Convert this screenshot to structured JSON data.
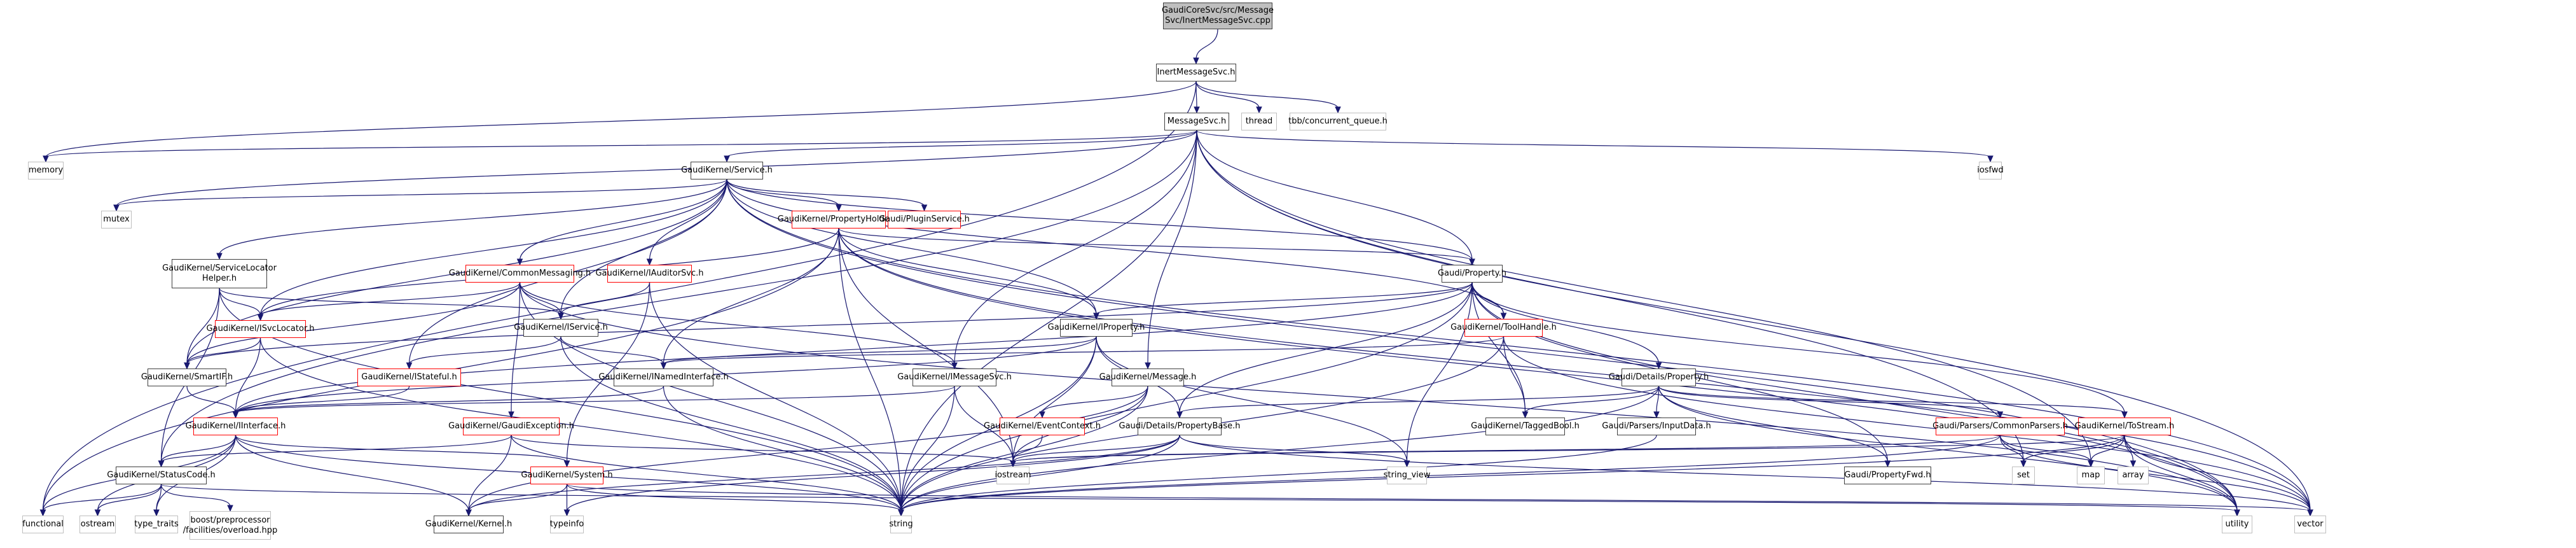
{
  "title": "GaudiCoreSvc/src/MessageSvc/InertMessageSvc.cpp include dependency graph",
  "colors": {
    "edge": "#191970",
    "incomplete_border": "#ff0000",
    "root_fill": "#bfbfbf",
    "external_border": "#bfbfbf"
  },
  "nodes": [
    {
      "id": "root",
      "label": "GaudiCoreSvc/src/Message\nSvc/InertMessageSvc.cpp",
      "kind": "root"
    },
    {
      "id": "inert",
      "label": "InertMessageSvc.h",
      "kind": "normal"
    },
    {
      "id": "msgsvc",
      "label": "MessageSvc.h",
      "kind": "normal"
    },
    {
      "id": "thread",
      "label": "thread",
      "kind": "external"
    },
    {
      "id": "tbbq",
      "label": "tbb/concurrent_queue.h",
      "kind": "external"
    },
    {
      "id": "memory",
      "label": "memory",
      "kind": "external"
    },
    {
      "id": "mutex",
      "label": "mutex",
      "kind": "external"
    },
    {
      "id": "iosfwd",
      "label": "iosfwd",
      "kind": "external"
    },
    {
      "id": "service",
      "label": "GaudiKernel/Service.h",
      "kind": "normal"
    },
    {
      "id": "propholder",
      "label": "GaudiKernel/PropertyHolder.h",
      "kind": "incomplete"
    },
    {
      "id": "plugin",
      "label": "Gaudi/PluginService.h",
      "kind": "incomplete"
    },
    {
      "id": "slh",
      "label": "GaudiKernel/ServiceLocator\nHelper.h",
      "kind": "normal"
    },
    {
      "id": "commsg",
      "label": "GaudiKernel/CommonMessaging.h",
      "kind": "incomplete"
    },
    {
      "id": "iauditor",
      "label": "GaudiKernel/IAuditorSvc.h",
      "kind": "incomplete"
    },
    {
      "id": "property",
      "label": "Gaudi/Property.h",
      "kind": "normal"
    },
    {
      "id": "isvcloc",
      "label": "GaudiKernel/ISvcLocator.h",
      "kind": "incomplete"
    },
    {
      "id": "iservice",
      "label": "GaudiKernel/IService.h",
      "kind": "normal"
    },
    {
      "id": "iproperty",
      "label": "GaudiKernel/IProperty.h",
      "kind": "normal"
    },
    {
      "id": "toolhandle",
      "label": "GaudiKernel/ToolHandle.h",
      "kind": "incomplete"
    },
    {
      "id": "smartif",
      "label": "GaudiKernel/SmartIF.h",
      "kind": "normal"
    },
    {
      "id": "istateful",
      "label": "GaudiKernel/IStateful.h",
      "kind": "incomplete"
    },
    {
      "id": "inamed",
      "label": "GaudiKernel/INamedInterface.h",
      "kind": "normal"
    },
    {
      "id": "imsgsvc",
      "label": "GaudiKernel/IMessageSvc.h",
      "kind": "normal"
    },
    {
      "id": "message",
      "label": "GaudiKernel/Message.h",
      "kind": "normal"
    },
    {
      "id": "detprop",
      "label": "Gaudi/Details/Property.h",
      "kind": "normal"
    },
    {
      "id": "iinterface",
      "label": "GaudiKernel/IInterface.h",
      "kind": "incomplete"
    },
    {
      "id": "gexc",
      "label": "GaudiKernel/GaudiException.h",
      "kind": "incomplete"
    },
    {
      "id": "evctx",
      "label": "GaudiKernel/EventContext.h",
      "kind": "incomplete"
    },
    {
      "id": "propbase",
      "label": "Gaudi/Details/PropertyBase.h",
      "kind": "normal"
    },
    {
      "id": "taggedbool",
      "label": "GaudiKernel/TaggedBool.h",
      "kind": "normal"
    },
    {
      "id": "inputdata",
      "label": "Gaudi/Parsers/InputData.h",
      "kind": "normal"
    },
    {
      "id": "commonparsers",
      "label": "Gaudi/Parsers/CommonParsers.h",
      "kind": "incomplete"
    },
    {
      "id": "tostream",
      "label": "GaudiKernel/ToStream.h",
      "kind": "incomplete"
    },
    {
      "id": "statuscode",
      "label": "GaudiKernel/StatusCode.h",
      "kind": "normal"
    },
    {
      "id": "system",
      "label": "GaudiKernel/System.h",
      "kind": "incomplete"
    },
    {
      "id": "iostream",
      "label": "iostream",
      "kind": "external"
    },
    {
      "id": "string_view",
      "label": "string_view",
      "kind": "external"
    },
    {
      "id": "propfwd",
      "label": "Gaudi/PropertyFwd.h",
      "kind": "normal"
    },
    {
      "id": "set",
      "label": "set",
      "kind": "external"
    },
    {
      "id": "map",
      "label": "map",
      "kind": "external"
    },
    {
      "id": "array",
      "label": "array",
      "kind": "external"
    },
    {
      "id": "functional",
      "label": "functional",
      "kind": "external"
    },
    {
      "id": "ostream",
      "label": "ostream",
      "kind": "external"
    },
    {
      "id": "type_traits",
      "label": "type_traits",
      "kind": "external"
    },
    {
      "id": "boostpp",
      "label": "boost/preprocessor\n/facilities/overload.hpp",
      "kind": "external"
    },
    {
      "id": "kernel",
      "label": "GaudiKernel/Kernel.h",
      "kind": "normal"
    },
    {
      "id": "typeinfo",
      "label": "typeinfo",
      "kind": "external"
    },
    {
      "id": "string",
      "label": "string",
      "kind": "external"
    },
    {
      "id": "utility",
      "label": "utility",
      "kind": "external"
    },
    {
      "id": "vector",
      "label": "vector",
      "kind": "external"
    }
  ],
  "edges": [
    [
      "root",
      "inert"
    ],
    [
      "inert",
      "msgsvc"
    ],
    [
      "inert",
      "thread"
    ],
    [
      "inert",
      "tbbq"
    ],
    [
      "inert",
      "functional"
    ],
    [
      "inert",
      "memory"
    ],
    [
      "msgsvc",
      "service"
    ],
    [
      "msgsvc",
      "imsgsvc"
    ],
    [
      "msgsvc",
      "message"
    ],
    [
      "msgsvc",
      "property"
    ],
    [
      "msgsvc",
      "iosfwd"
    ],
    [
      "msgsvc",
      "memory"
    ],
    [
      "msgsvc",
      "mutex"
    ],
    [
      "msgsvc",
      "statuscode"
    ],
    [
      "msgsvc",
      "string"
    ],
    [
      "msgsvc",
      "vector"
    ],
    [
      "msgsvc",
      "map"
    ],
    [
      "msgsvc",
      "set"
    ],
    [
      "service",
      "propholder"
    ],
    [
      "service",
      "plugin"
    ],
    [
      "service",
      "slh"
    ],
    [
      "service",
      "commsg"
    ],
    [
      "service",
      "iauditor"
    ],
    [
      "service",
      "property"
    ],
    [
      "service",
      "isvcloc"
    ],
    [
      "service",
      "iservice"
    ],
    [
      "service",
      "iproperty"
    ],
    [
      "service",
      "toolhandle"
    ],
    [
      "service",
      "smartif"
    ],
    [
      "service",
      "istateful"
    ],
    [
      "service",
      "mutex"
    ],
    [
      "service",
      "vector"
    ],
    [
      "service",
      "utility"
    ],
    [
      "propholder",
      "property"
    ],
    [
      "propholder",
      "iproperty"
    ],
    [
      "propholder",
      "inamed"
    ],
    [
      "propholder",
      "isvcloc"
    ],
    [
      "propholder",
      "functional"
    ],
    [
      "propholder",
      "string"
    ],
    [
      "propholder",
      "iostream"
    ],
    [
      "propholder",
      "vector"
    ],
    [
      "propholder",
      "utility"
    ],
    [
      "slh",
      "isvcloc"
    ],
    [
      "slh",
      "smartif"
    ],
    [
      "slh",
      "iservice"
    ],
    [
      "slh",
      "statuscode"
    ],
    [
      "slh",
      "string"
    ],
    [
      "commsg",
      "isvcloc"
    ],
    [
      "commsg",
      "iservice"
    ],
    [
      "commsg",
      "smartif"
    ],
    [
      "commsg",
      "imsgsvc"
    ],
    [
      "commsg",
      "gexc"
    ],
    [
      "commsg",
      "utility"
    ],
    [
      "commsg",
      "string"
    ],
    [
      "iauditor",
      "iservice"
    ],
    [
      "iauditor",
      "system"
    ],
    [
      "iauditor",
      "string"
    ],
    [
      "property",
      "iproperty"
    ],
    [
      "property",
      "detprop"
    ],
    [
      "property",
      "propbase"
    ],
    [
      "property",
      "propfwd"
    ],
    [
      "property",
      "toolhandle"
    ],
    [
      "property",
      "taggedbool"
    ],
    [
      "property",
      "string_view"
    ],
    [
      "property",
      "string"
    ],
    [
      "property",
      "utility"
    ],
    [
      "property",
      "smartif"
    ],
    [
      "property",
      "tostream"
    ],
    [
      "property",
      "iinterface"
    ],
    [
      "isvcloc",
      "smartif"
    ],
    [
      "isvcloc",
      "iinterface"
    ],
    [
      "isvcloc",
      "string"
    ],
    [
      "iservice",
      "inamed"
    ],
    [
      "iservice",
      "istateful"
    ],
    [
      "iservice",
      "string"
    ],
    [
      "iproperty",
      "iinterface"
    ],
    [
      "iproperty",
      "inamed"
    ],
    [
      "iproperty",
      "propbase"
    ],
    [
      "iproperty",
      "iostream"
    ],
    [
      "iproperty",
      "string"
    ],
    [
      "iproperty",
      "string_view"
    ],
    [
      "toolhandle",
      "inamed"
    ],
    [
      "toolhandle",
      "taggedbool"
    ],
    [
      "toolhandle",
      "string"
    ],
    [
      "toolhandle",
      "vector"
    ],
    [
      "smartif",
      "iinterface"
    ],
    [
      "istateful",
      "iinterface"
    ],
    [
      "inamed",
      "iinterface"
    ],
    [
      "inamed",
      "string"
    ],
    [
      "imsgsvc",
      "iinterface"
    ],
    [
      "imsgsvc",
      "iostream"
    ],
    [
      "imsgsvc",
      "string"
    ],
    [
      "message",
      "evctx"
    ],
    [
      "message",
      "iostream"
    ],
    [
      "message",
      "kernel"
    ],
    [
      "message",
      "string"
    ],
    [
      "detprop",
      "propbase"
    ],
    [
      "detprop",
      "taggedbool"
    ],
    [
      "detprop",
      "inputdata"
    ],
    [
      "detprop",
      "commonparsers"
    ],
    [
      "detprop",
      "tostream"
    ],
    [
      "detprop",
      "propfwd"
    ],
    [
      "detprop",
      "string"
    ],
    [
      "detprop",
      "utility"
    ],
    [
      "iinterface",
      "statuscode"
    ],
    [
      "iinterface",
      "kernel"
    ],
    [
      "iinterface",
      "system"
    ],
    [
      "iinterface",
      "ostream"
    ],
    [
      "iinterface",
      "type_traits"
    ],
    [
      "iinterface",
      "functional"
    ],
    [
      "iinterface",
      "string"
    ],
    [
      "gexc",
      "kernel"
    ],
    [
      "gexc",
      "statuscode"
    ],
    [
      "gexc",
      "string"
    ],
    [
      "gexc",
      "iostream"
    ],
    [
      "evctx",
      "iostream"
    ],
    [
      "propbase",
      "kernel"
    ],
    [
      "propbase",
      "iostream"
    ],
    [
      "propbase",
      "string"
    ],
    [
      "propbase",
      "string_view"
    ],
    [
      "propbase",
      "typeinfo"
    ],
    [
      "propbase",
      "vector"
    ],
    [
      "inputdata",
      "string"
    ],
    [
      "commonparsers",
      "set"
    ],
    [
      "commonparsers",
      "map"
    ],
    [
      "commonparsers",
      "string"
    ],
    [
      "commonparsers",
      "vector"
    ],
    [
      "commonparsers",
      "iostream"
    ],
    [
      "tostream",
      "set"
    ],
    [
      "tostream",
      "map"
    ],
    [
      "tostream",
      "array"
    ],
    [
      "tostream",
      "string"
    ],
    [
      "tostream",
      "vector"
    ],
    [
      "tostream",
      "utility"
    ],
    [
      "tostream",
      "iostream"
    ],
    [
      "statuscode",
      "functional"
    ],
    [
      "statuscode",
      "ostream"
    ],
    [
      "statuscode",
      "type_traits"
    ],
    [
      "statuscode",
      "boostpp"
    ],
    [
      "statuscode",
      "utility"
    ],
    [
      "system",
      "kernel"
    ],
    [
      "system",
      "typeinfo"
    ],
    [
      "system",
      "string"
    ],
    [
      "system",
      "vector"
    ]
  ]
}
